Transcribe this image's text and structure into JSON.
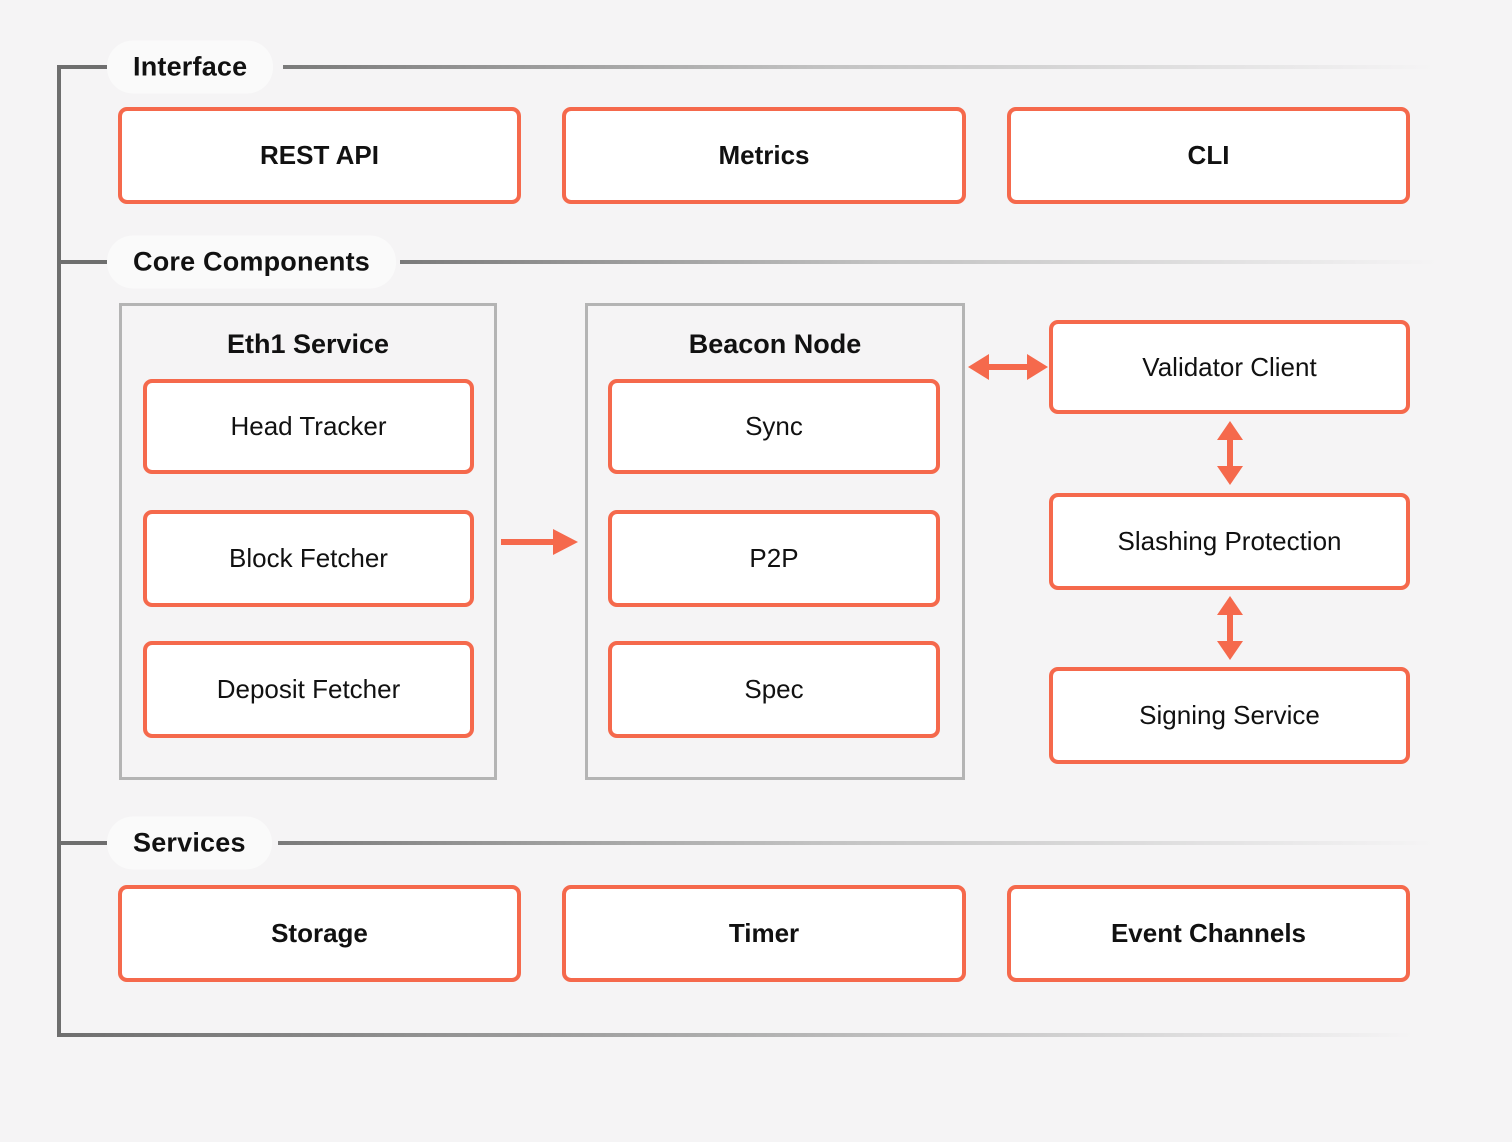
{
  "colors": {
    "accent": "#F5694C",
    "container_border": "#B4B4B4",
    "line_gray": "#6E6E6E",
    "background": "#F5F4F5",
    "box_fill": "#FFFFFF",
    "text": "#111111"
  },
  "interface": {
    "label": "Interface",
    "boxes": [
      "REST API",
      "Metrics",
      "CLI"
    ]
  },
  "core": {
    "label": "Core Components",
    "eth1_service": {
      "title": "Eth1 Service",
      "children": [
        "Head Tracker",
        "Block Fetcher",
        "Deposit Fetcher"
      ]
    },
    "beacon_node": {
      "title": "Beacon Node",
      "children": [
        "Sync",
        "P2P",
        "Spec"
      ]
    },
    "validator_stack": [
      "Validator Client",
      "Slashing Protection",
      "Signing Service"
    ]
  },
  "services": {
    "label": "Services",
    "boxes": [
      "Storage",
      "Timer",
      "Event Channels"
    ]
  },
  "icons": {
    "arrow_right": "→",
    "double_arrow_horizontal": "↔",
    "double_arrow_vertical": "↕"
  },
  "connections": [
    {
      "from": "Eth1 Service",
      "to": "Beacon Node",
      "style": "arrow-right"
    },
    {
      "from": "Beacon Node",
      "to": "Validator Client",
      "style": "double-arrow-horizontal"
    },
    {
      "from": "Validator Client",
      "to": "Slashing Protection",
      "style": "double-arrow-vertical"
    },
    {
      "from": "Slashing Protection",
      "to": "Signing Service",
      "style": "double-arrow-vertical"
    }
  ]
}
